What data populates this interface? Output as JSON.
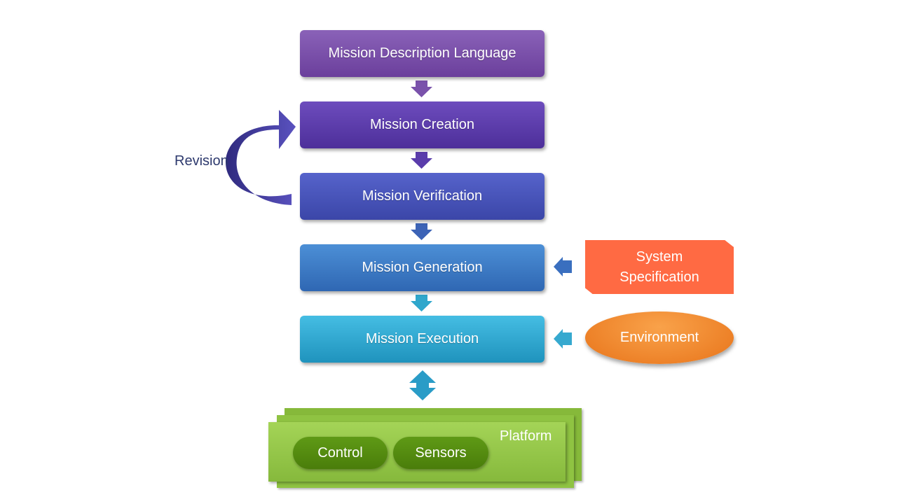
{
  "steps": {
    "description_language": "Mission Description Language",
    "creation": "Mission Creation",
    "verification": "Mission Verification",
    "generation": "Mission Generation",
    "execution": "Mission Execution"
  },
  "revision_label": "Revision",
  "inputs": {
    "system_specification_line1": "System",
    "system_specification_line2": "Specification",
    "environment": "Environment"
  },
  "platform": {
    "label": "Platform",
    "control": "Control",
    "sensors": "Sensors"
  },
  "colors": {
    "description_language": "#7a52ab",
    "creation": "#5b3cab",
    "verification": "#4853b8",
    "generation": "#3a78c5",
    "execution": "#33a9d1",
    "system_specification": "#ff6a43",
    "environment": "#f08a2e",
    "platform": "#96c94b",
    "platform_pill": "#548a10",
    "revision_arrow": "#3f3a9a"
  }
}
